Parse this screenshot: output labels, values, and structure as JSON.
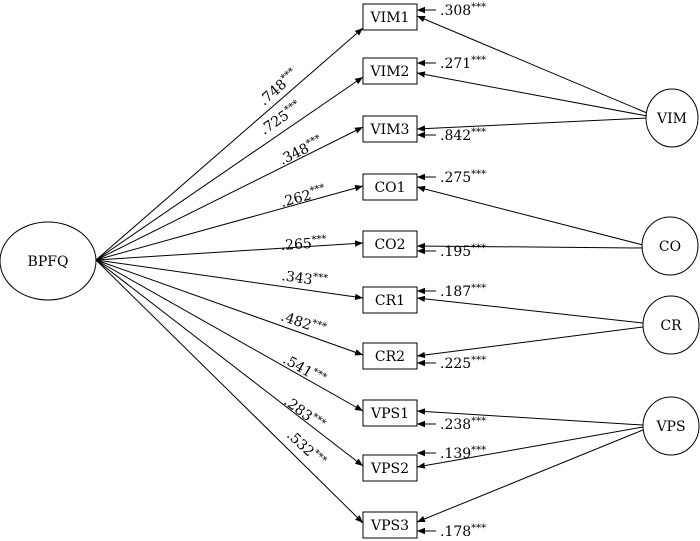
{
  "latent": {
    "bpfq": "BPFQ",
    "vim": "VIM",
    "co": "CO",
    "cr": "CR",
    "vps": "VPS"
  },
  "indicators": [
    "VIM1",
    "VIM2",
    "VIM3",
    "CO1",
    "CO2",
    "CR1",
    "CR2",
    "VPS1",
    "VPS2",
    "VPS3"
  ],
  "bpfq_paths": [
    ".748",
    ".725",
    ".348",
    ".262",
    ".265",
    ".343",
    ".482",
    ".541",
    ".283",
    ".532"
  ],
  "factor_loadings": [
    ".308",
    ".271",
    ".842",
    ".275",
    ".195",
    ".187",
    ".225",
    ".238",
    ".139",
    ".178"
  ],
  "significance": "***",
  "colors": {
    "stroke": "#000000",
    "background": "#ffffff"
  }
}
